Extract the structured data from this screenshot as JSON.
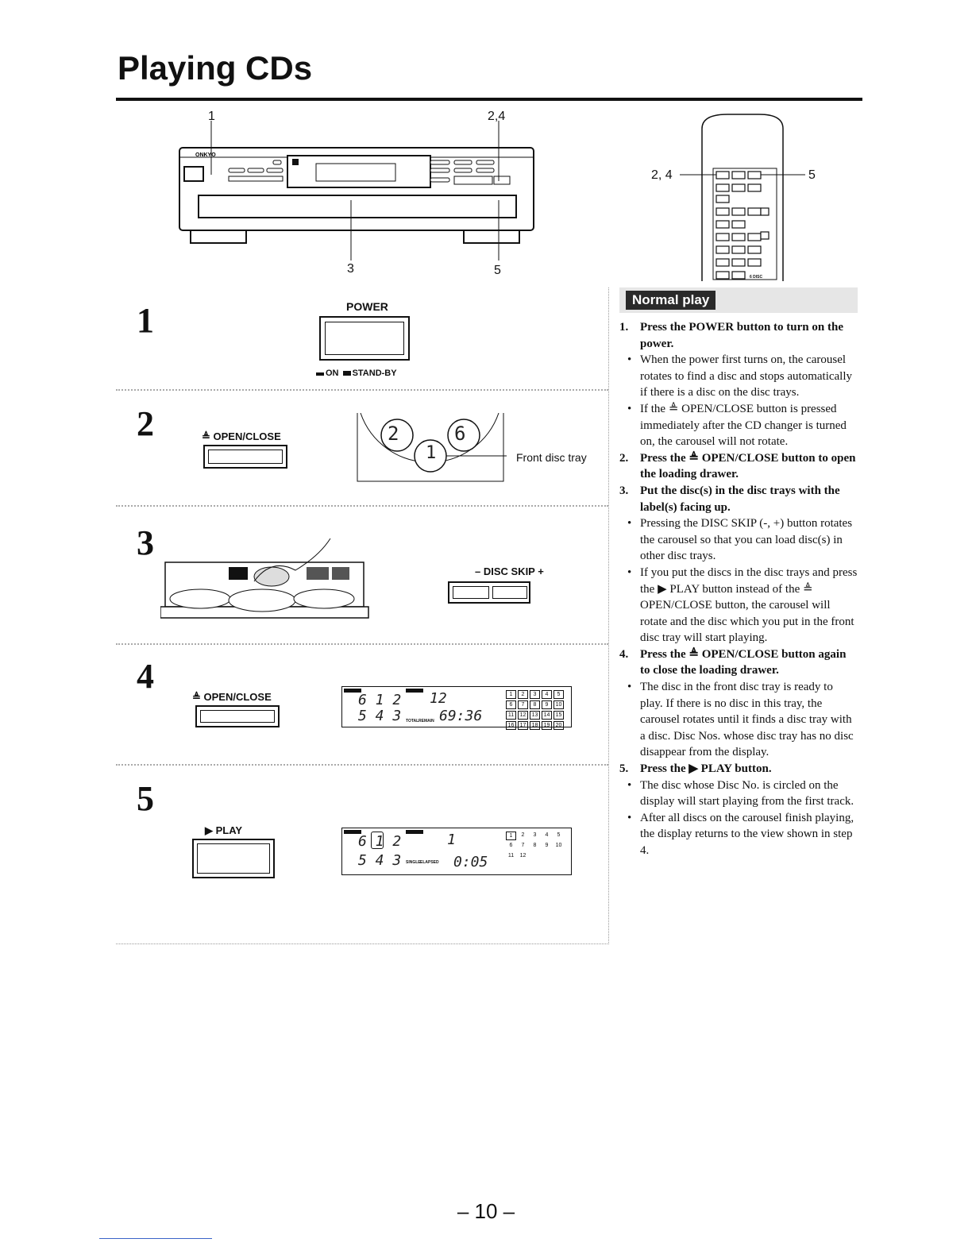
{
  "page": {
    "title": "Playing CDs",
    "page_number": "– 10 –"
  },
  "main_unit": {
    "brand": "ONKYO",
    "callouts": [
      "1",
      "2,4",
      "3",
      "5"
    ]
  },
  "remote": {
    "callout_left": "2, 4",
    "callout_right": "5",
    "small_label": "6 DISC"
  },
  "steps": [
    {
      "number": "1",
      "button_label": "POWER",
      "caption": "ON ▄ STAND-BY",
      "caption_on": "ON",
      "caption_standby": "STAND-BY"
    },
    {
      "number": "2",
      "button_label": "≜ OPEN/CLOSE",
      "disc_numbers": [
        "2",
        "6",
        "1"
      ],
      "tray_label": "Front disc tray"
    },
    {
      "number": "3",
      "button_label": "– DISC SKIP +"
    },
    {
      "number": "4",
      "button_label": "≜ OPEN/CLOSE",
      "display": {
        "row1": "6  1  2",
        "row1_right": "12",
        "row2": "5  4  3",
        "label_total": "TOTAL",
        "label_remain": "REMAIN",
        "time": "69:36",
        "discs": [
          "1",
          "2",
          "3",
          "4",
          "5",
          "6",
          "7",
          "8",
          "9",
          "10",
          "11",
          "12",
          "13",
          "14",
          "15",
          "16",
          "17",
          "18",
          "19",
          "20"
        ]
      }
    },
    {
      "number": "5",
      "button_label": "▶ PLAY",
      "display": {
        "row1": "6  1  2",
        "row1_right": "1",
        "row2": "5  4  3",
        "label_single": "SINGLE",
        "label_elapsed": "ELAPSED",
        "time": "0:05",
        "discs": [
          "1",
          "2",
          "3",
          "4",
          "5",
          "6",
          "7",
          "8",
          "9",
          "10",
          "11",
          "12"
        ]
      }
    }
  ],
  "instructions": {
    "heading": "Normal play",
    "items": [
      {
        "number": "1.",
        "head": "Press the POWER button to turn on the power.",
        "bullets": [
          "When the power first turns on, the carousel rotates to find a disc and stops automatically if there is a disc on the disc trays.",
          "If the ≜ OPEN/CLOSE button is pressed immediately after the CD changer is turned on, the carousel will not rotate."
        ]
      },
      {
        "number": "2.",
        "head": "Press the ≜ OPEN/CLOSE button to open the loading drawer.",
        "bullets": []
      },
      {
        "number": "3.",
        "head": "Put the disc(s) in the disc trays with the label(s) facing up.",
        "bullets": [
          "Pressing the DISC SKIP (-, +) button rotates the carousel so that you can load disc(s) in other disc trays.",
          "If you put the discs in the disc trays and press the ▶ PLAY button instead of the ≜ OPEN/CLOSE button, the carousel will rotate and the disc which you put in the front disc tray will start playing."
        ]
      },
      {
        "number": "4.",
        "head": "Press the ≜ OPEN/CLOSE button again to close the loading drawer.",
        "bullets": [
          "The disc in the front disc tray is ready to play. If there is no disc in this tray, the carousel rotates until it finds a disc tray with a disc. Disc Nos. whose disc tray has no disc disappear from the display."
        ]
      },
      {
        "number": "5.",
        "head": "Press the ▶ PLAY button.",
        "bullets": [
          "The disc whose Disc No. is circled on the display will start playing from the first track.",
          "After all discs on the carousel finish playing, the display returns to the view shown in step 4."
        ]
      }
    ]
  }
}
